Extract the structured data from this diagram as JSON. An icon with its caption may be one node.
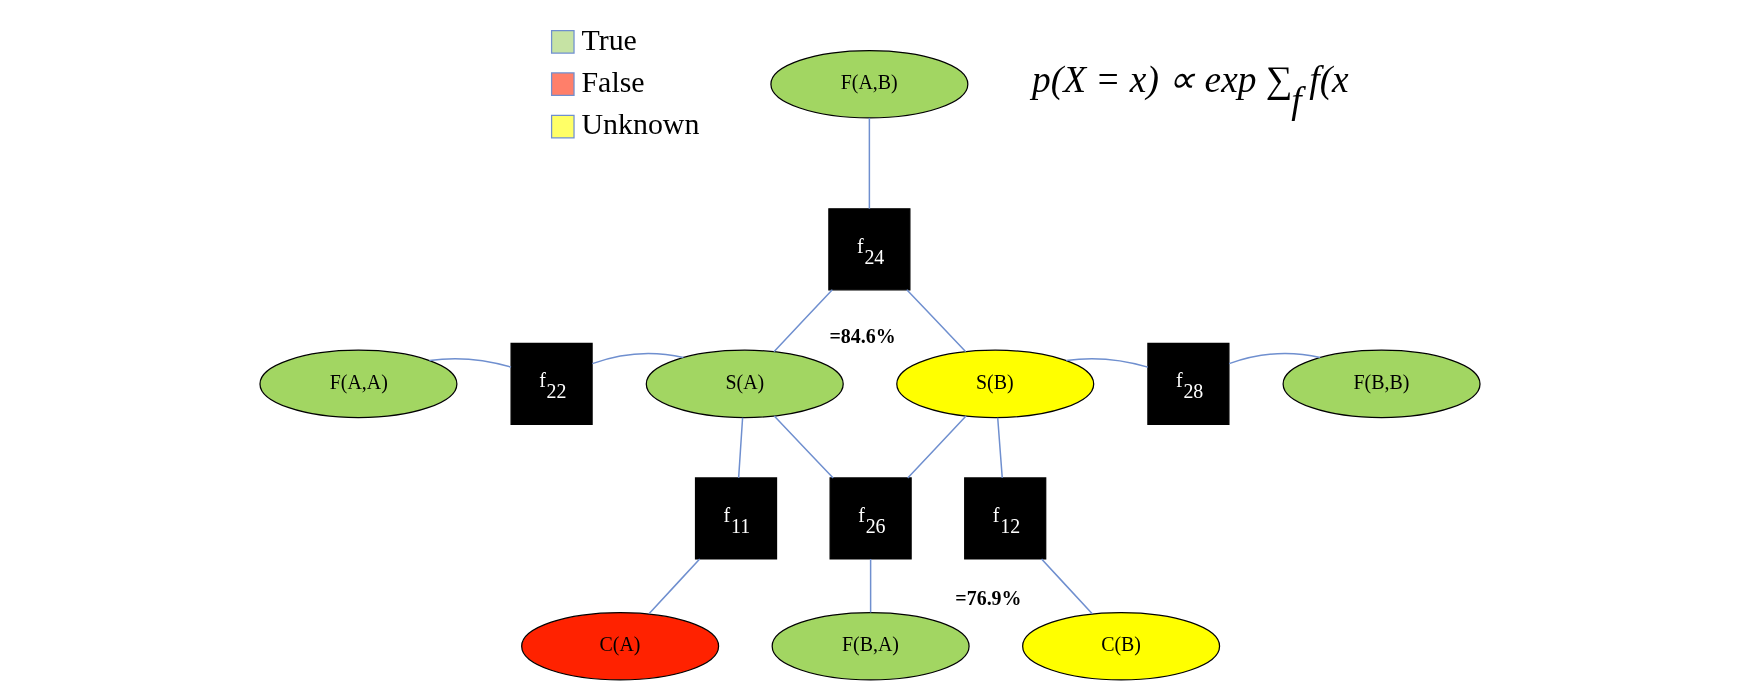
{
  "diagram": {
    "nodes": [
      {
        "text": [
          "F(A,B)"
        ]
      },
      {
        "text": [
          "f$_{24}$"
        ]
      },
      {
        "text": [
          "F(A,A)"
        ]
      },
      {
        "text": [
          "f$_{22}$"
        ]
      },
      {
        "text": [
          "S(A)"
        ]
      },
      {
        "text": [
          "S(B)"
        ],
        "beside": [
          "=84.6%"
        ]
      },
      {
        "text": [
          "f$_{28}$"
        ]
      },
      {
        "text": [
          "F(B,B)"
        ]
      },
      {
        "text": [
          "f$_{11}$"
        ]
      },
      {
        "text": [
          "f$_{26}$"
        ]
      },
      {
        "text": [
          "f$_{12}$"
        ]
      },
      {
        "text": [
          "C(A)"
        ]
      },
      {
        "text": [
          "F(B,A)"
        ]
      },
      {
        "text": [
          "C(B)"
        ],
        "beside": [
          "=76.9%"
        ]
      }
    ],
    "edges": [
      {
        "from": 0,
        "to": 1,
        "arrow": "none"
      },
      {
        "from": 1,
        "to": 4,
        "arrow": "none"
      },
      {
        "from": 1,
        "to": 5,
        "arrow": "none"
      },
      {
        "from": 2,
        "to": 3,
        "arrow": "none"
      },
      {
        "from": 3,
        "to": 4,
        "arrow": "none"
      },
      {
        "from": 5,
        "to": 6,
        "arrow": "none"
      },
      {
        "from": 6,
        "to": 7,
        "arrow": "none"
      },
      {
        "from": 4,
        "to": 8,
        "arrow": "none"
      },
      {
        "from": 8,
        "to": 11,
        "arrow": "none"
      },
      {
        "from": 4,
        "to": 9,
        "arrow": "none"
      },
      {
        "from": 9,
        "to": 5,
        "arrow": "none"
      },
      {
        "from": 9,
        "to": 12,
        "arrow": "none"
      },
      {
        "from": 5,
        "to": 10,
        "arrow": "none"
      },
      {
        "from": 10,
        "to": 13,
        "arrow": "none"
      }
    ],
    "labels": [
      "p(X = x) ∝ exp ∑$_{f}$ f(x"
    ],
    "legend": [
      {
        "text": "True",
        "color": "#c6e3a4"
      },
      {
        "text": "False",
        "color": "#ff7f6a"
      },
      {
        "text": "Unknown",
        "color": "#ffff66"
      }
    ]
  }
}
